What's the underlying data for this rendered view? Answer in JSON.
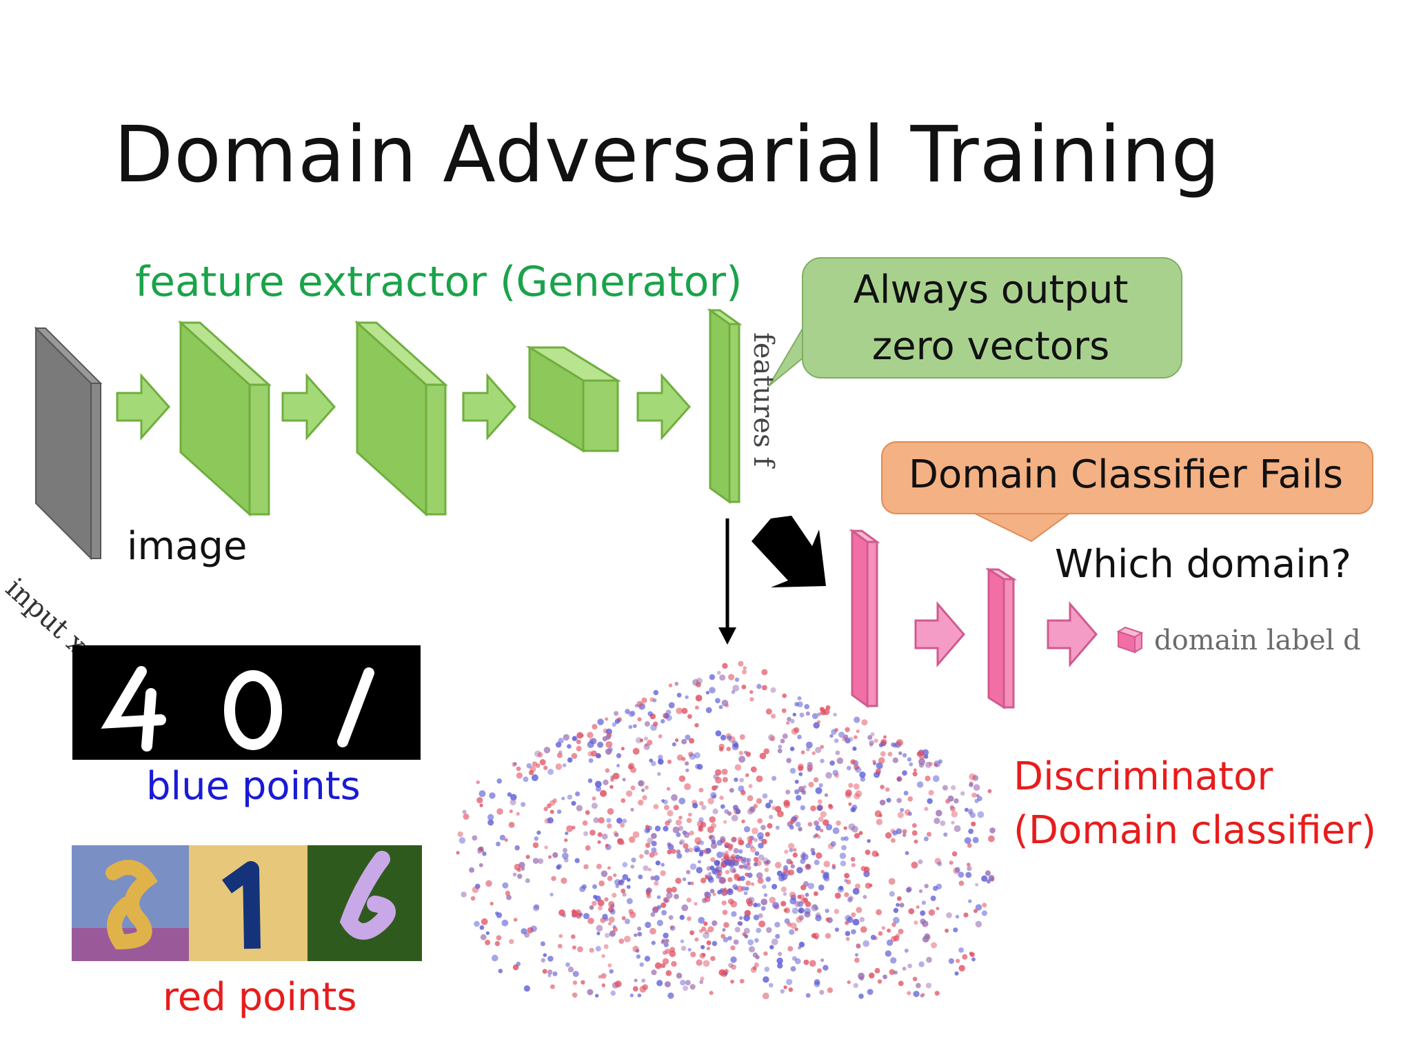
{
  "slide": {
    "title": "Domain Adversarial Training"
  },
  "generator": {
    "label": "feature extractor (Generator)",
    "input_label": "input x",
    "image_label": "image",
    "features_label": "features f",
    "color": "#92d050"
  },
  "callouts": {
    "generator_goal": [
      "Always output",
      "zero vectors"
    ],
    "classifier_result": "Domain Classifier Fails"
  },
  "discriminator": {
    "question": "Which domain?",
    "output_label": "domain label d",
    "name_line1": "Discriminator",
    "name_line2": "(Domain classifier)",
    "color": "#f48fb1"
  },
  "domains": {
    "source_label": "blue points",
    "target_label": "red points",
    "source_digits": [
      "4",
      "0",
      "1"
    ],
    "target_digits": [
      "8",
      "1",
      "6"
    ]
  }
}
